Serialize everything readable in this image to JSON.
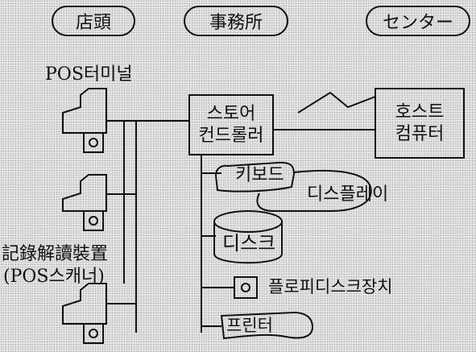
{
  "headers": {
    "store": "店頭",
    "office": "事務所",
    "center": "センター"
  },
  "nodes": {
    "pos_terminal": "POS터미널",
    "store_controller": [
      "스토어",
      "컨드롤러"
    ],
    "host_computer": [
      "호스트",
      "컴퓨터"
    ],
    "keyboard": "키보드",
    "display": "디스플레이",
    "disk": "디스크",
    "floppy_drive": "플로피디스크장치",
    "printer": "프린터",
    "scanner": [
      "記錄解讀裝置",
      "(POS스캐너)"
    ]
  }
}
